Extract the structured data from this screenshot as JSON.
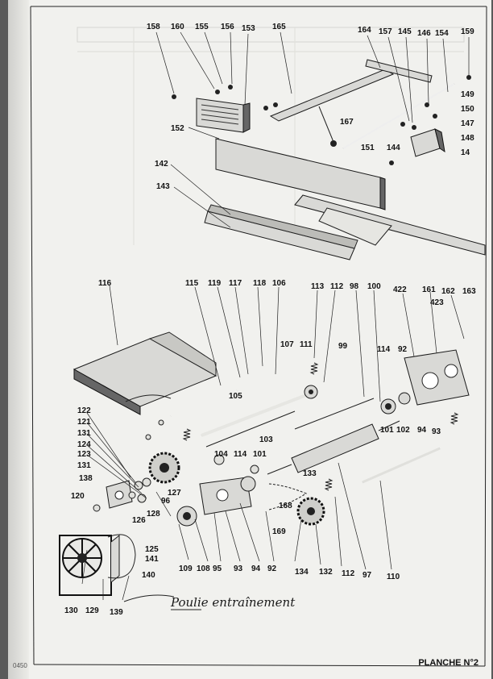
{
  "plate_title": "PLANCHE N°2",
  "handwritten_note": "Poulie entraînement",
  "corner_code": "0450",
  "part_numbers_top": [
    "158",
    "160",
    "155",
    "156",
    "153",
    "165",
    "164",
    "157",
    "145",
    "146",
    "154",
    "159",
    "149",
    "150",
    "147",
    "148",
    "14",
    "167",
    "151",
    "144",
    "152",
    "142",
    "143"
  ],
  "part_numbers_mid": [
    "116",
    "115",
    "119",
    "117",
    "118",
    "106",
    "113",
    "112",
    "100",
    "98",
    "422",
    "161",
    "162",
    "163",
    "423",
    "107",
    "111",
    "99",
    "114",
    "92",
    "105",
    "101",
    "102",
    "94",
    "93",
    "103",
    "104",
    "114",
    "101",
    "110"
  ],
  "part_numbers_low": [
    "122",
    "121",
    "131",
    "124",
    "123",
    "131",
    "138",
    "120",
    "127",
    "96",
    "128",
    "126",
    "125",
    "141",
    "140",
    "109",
    "108",
    "95",
    "93",
    "94",
    "92",
    "133",
    "168",
    "169",
    "134",
    "132",
    "112",
    "97",
    "130",
    "129",
    "139"
  ]
}
